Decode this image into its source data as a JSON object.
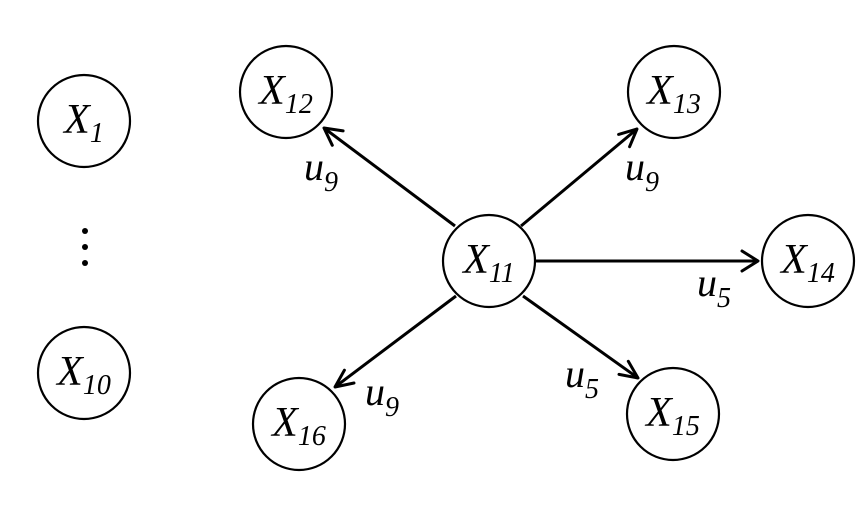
{
  "nodes": {
    "x1": {
      "base": "X",
      "sub": "1"
    },
    "x10": {
      "base": "X",
      "sub": "10"
    },
    "x11": {
      "base": "X",
      "sub": "11"
    },
    "x12": {
      "base": "X",
      "sub": "12"
    },
    "x13": {
      "base": "X",
      "sub": "13"
    },
    "x14": {
      "base": "X",
      "sub": "14"
    },
    "x15": {
      "base": "X",
      "sub": "15"
    },
    "x16": {
      "base": "X",
      "sub": "16"
    }
  },
  "edges": {
    "to_x12": {
      "base": "u",
      "sub": "9"
    },
    "to_x13": {
      "base": "u",
      "sub": "9"
    },
    "to_x14": {
      "base": "u",
      "sub": "5"
    },
    "to_x15": {
      "base": "u",
      "sub": "5"
    },
    "to_x16": {
      "base": "u",
      "sub": "9"
    }
  }
}
